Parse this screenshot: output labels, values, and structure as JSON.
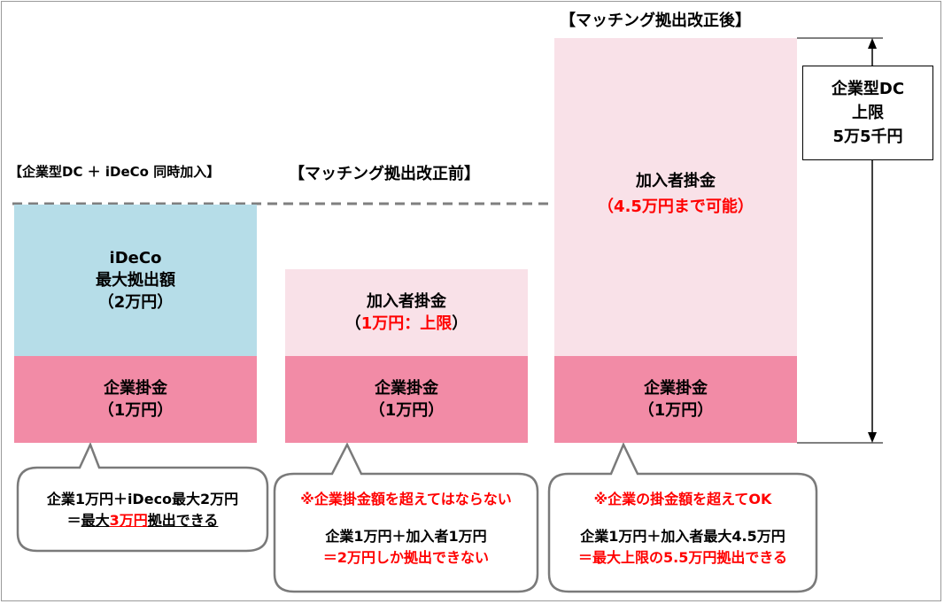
{
  "sections": {
    "left_title": "【企業型DC ＋ iDeCo 同時加入】",
    "middle_title": "【マッチング拠出改正前】",
    "right_title": "【マッチング拠出改正後】"
  },
  "left_column": {
    "ideco_block": {
      "line1": "iDeCo",
      "line2": "最大拠出額",
      "line3": "（2万円）"
    },
    "employer_block": {
      "line1": "企業掛金",
      "line2": "（1万円）"
    },
    "callout": {
      "line1": "企業1万円＋iDeco最大2万円",
      "line2_prefix": "＝",
      "line2_part1": "最大",
      "line2_part2": "3万円",
      "line2_part3": "拠出できる"
    }
  },
  "middle_column": {
    "member_block": {
      "line1": "加入者掛金",
      "line2_open": "（",
      "line2_red": "1万円：上限",
      "line2_close": "）"
    },
    "employer_block": {
      "line1": "企業掛金",
      "line2": "（1万円）"
    },
    "callout": {
      "line1": "※企業掛金額を超えてはならない",
      "line2": "企業1万円＋加入者1万円",
      "line3": "＝2万円しか拠出できない"
    }
  },
  "right_column": {
    "member_block": {
      "line1": "加入者掛金",
      "line2": "（4.5万円まで可能）"
    },
    "employer_block": {
      "line1": "企業掛金",
      "line2": "（1万円）"
    },
    "callout": {
      "line1": "※企業の掛金額を超えてOK",
      "line2": "企業1万円＋加入者最大4.5万円",
      "line3": "＝最大上限の5.5万円拠出できる"
    }
  },
  "cap_label": {
    "line1": "企業型DC",
    "line2": "上限",
    "line3": "5万5千円"
  },
  "colors": {
    "ideco": "#b6dde8",
    "member_light_pink": "#f9e1e8",
    "employer_pink": "#f28ba6",
    "emphasis_red": "#ff0000",
    "dashed_line": "#7f7f7f"
  }
}
